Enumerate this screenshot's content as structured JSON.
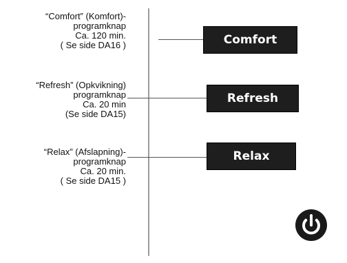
{
  "programs": [
    {
      "button_label": "Comfort",
      "lines": [
        "“Comfort” (Komfort)-",
        "programknap",
        "Ca. 120 min.",
        "( Se side DA16 )"
      ]
    },
    {
      "button_label": "Refresh",
      "lines": [
        "“Refresh” (Opkvikning)",
        "programknap",
        "Ca. 20 min",
        "(Se side DA15)"
      ]
    },
    {
      "button_label": "Relax",
      "lines": [
        "“Relax” (Afslapning)-",
        "programknap",
        "Ca. 20 min.",
        "( Se side DA15 )"
      ]
    }
  ],
  "power": {
    "icon": "power-icon"
  }
}
